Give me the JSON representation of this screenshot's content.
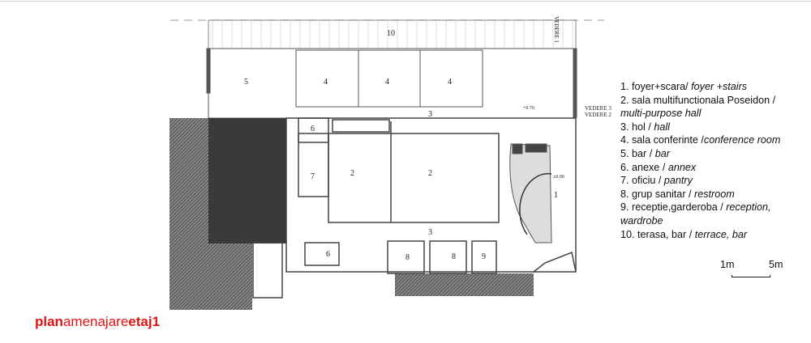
{
  "plan": {
    "room_labels": {
      "r10": "10",
      "r5": "5",
      "r4a": "4",
      "r4b": "4",
      "r4c": "4",
      "r3a": "3",
      "r3b": "3",
      "r6a": "6",
      "r6b": "6",
      "r7": "7",
      "r2a": "2",
      "r2b": "2",
      "r1": "1",
      "r8a": "8",
      "r8b": "8",
      "r9": "9"
    },
    "views": {
      "v1": "VEDERE 1",
      "v3": "VEDERE 3",
      "v2": "VEDERE 2"
    },
    "levels": {
      "upper": "+0.70",
      "lower": "±0.00"
    }
  },
  "legend": [
    {
      "ro": "1. foyer+scara/ ",
      "en": "foyer +stairs"
    },
    {
      "ro": "2. sala multifunctionala Poseidon / ",
      "en": "multi-purpose hall"
    },
    {
      "ro": "3. hol / ",
      "en": "hall"
    },
    {
      "ro": "4. sala conferinte /",
      "en": "conference room"
    },
    {
      "ro": "5. bar / ",
      "en": "bar"
    },
    {
      "ro": "6. anexe / ",
      "en": "annex"
    },
    {
      "ro": "7. oficiu / ",
      "en": "pantry"
    },
    {
      "ro": "8. grup sanitar / ",
      "en": "restroom"
    },
    {
      "ro": "9. receptie,garderoba / ",
      "en": "reception, wardrobe"
    },
    {
      "ro": "10. terasa, bar / ",
      "en": "terrace, bar"
    }
  ],
  "scale": {
    "min": "1m",
    "max": "5m"
  },
  "title": {
    "part1": "plan",
    "part2": "amenajare",
    "part3": "etaj1"
  },
  "colors": {
    "title": "#dd1414",
    "walls": "#333333",
    "hatch": "#555555"
  }
}
